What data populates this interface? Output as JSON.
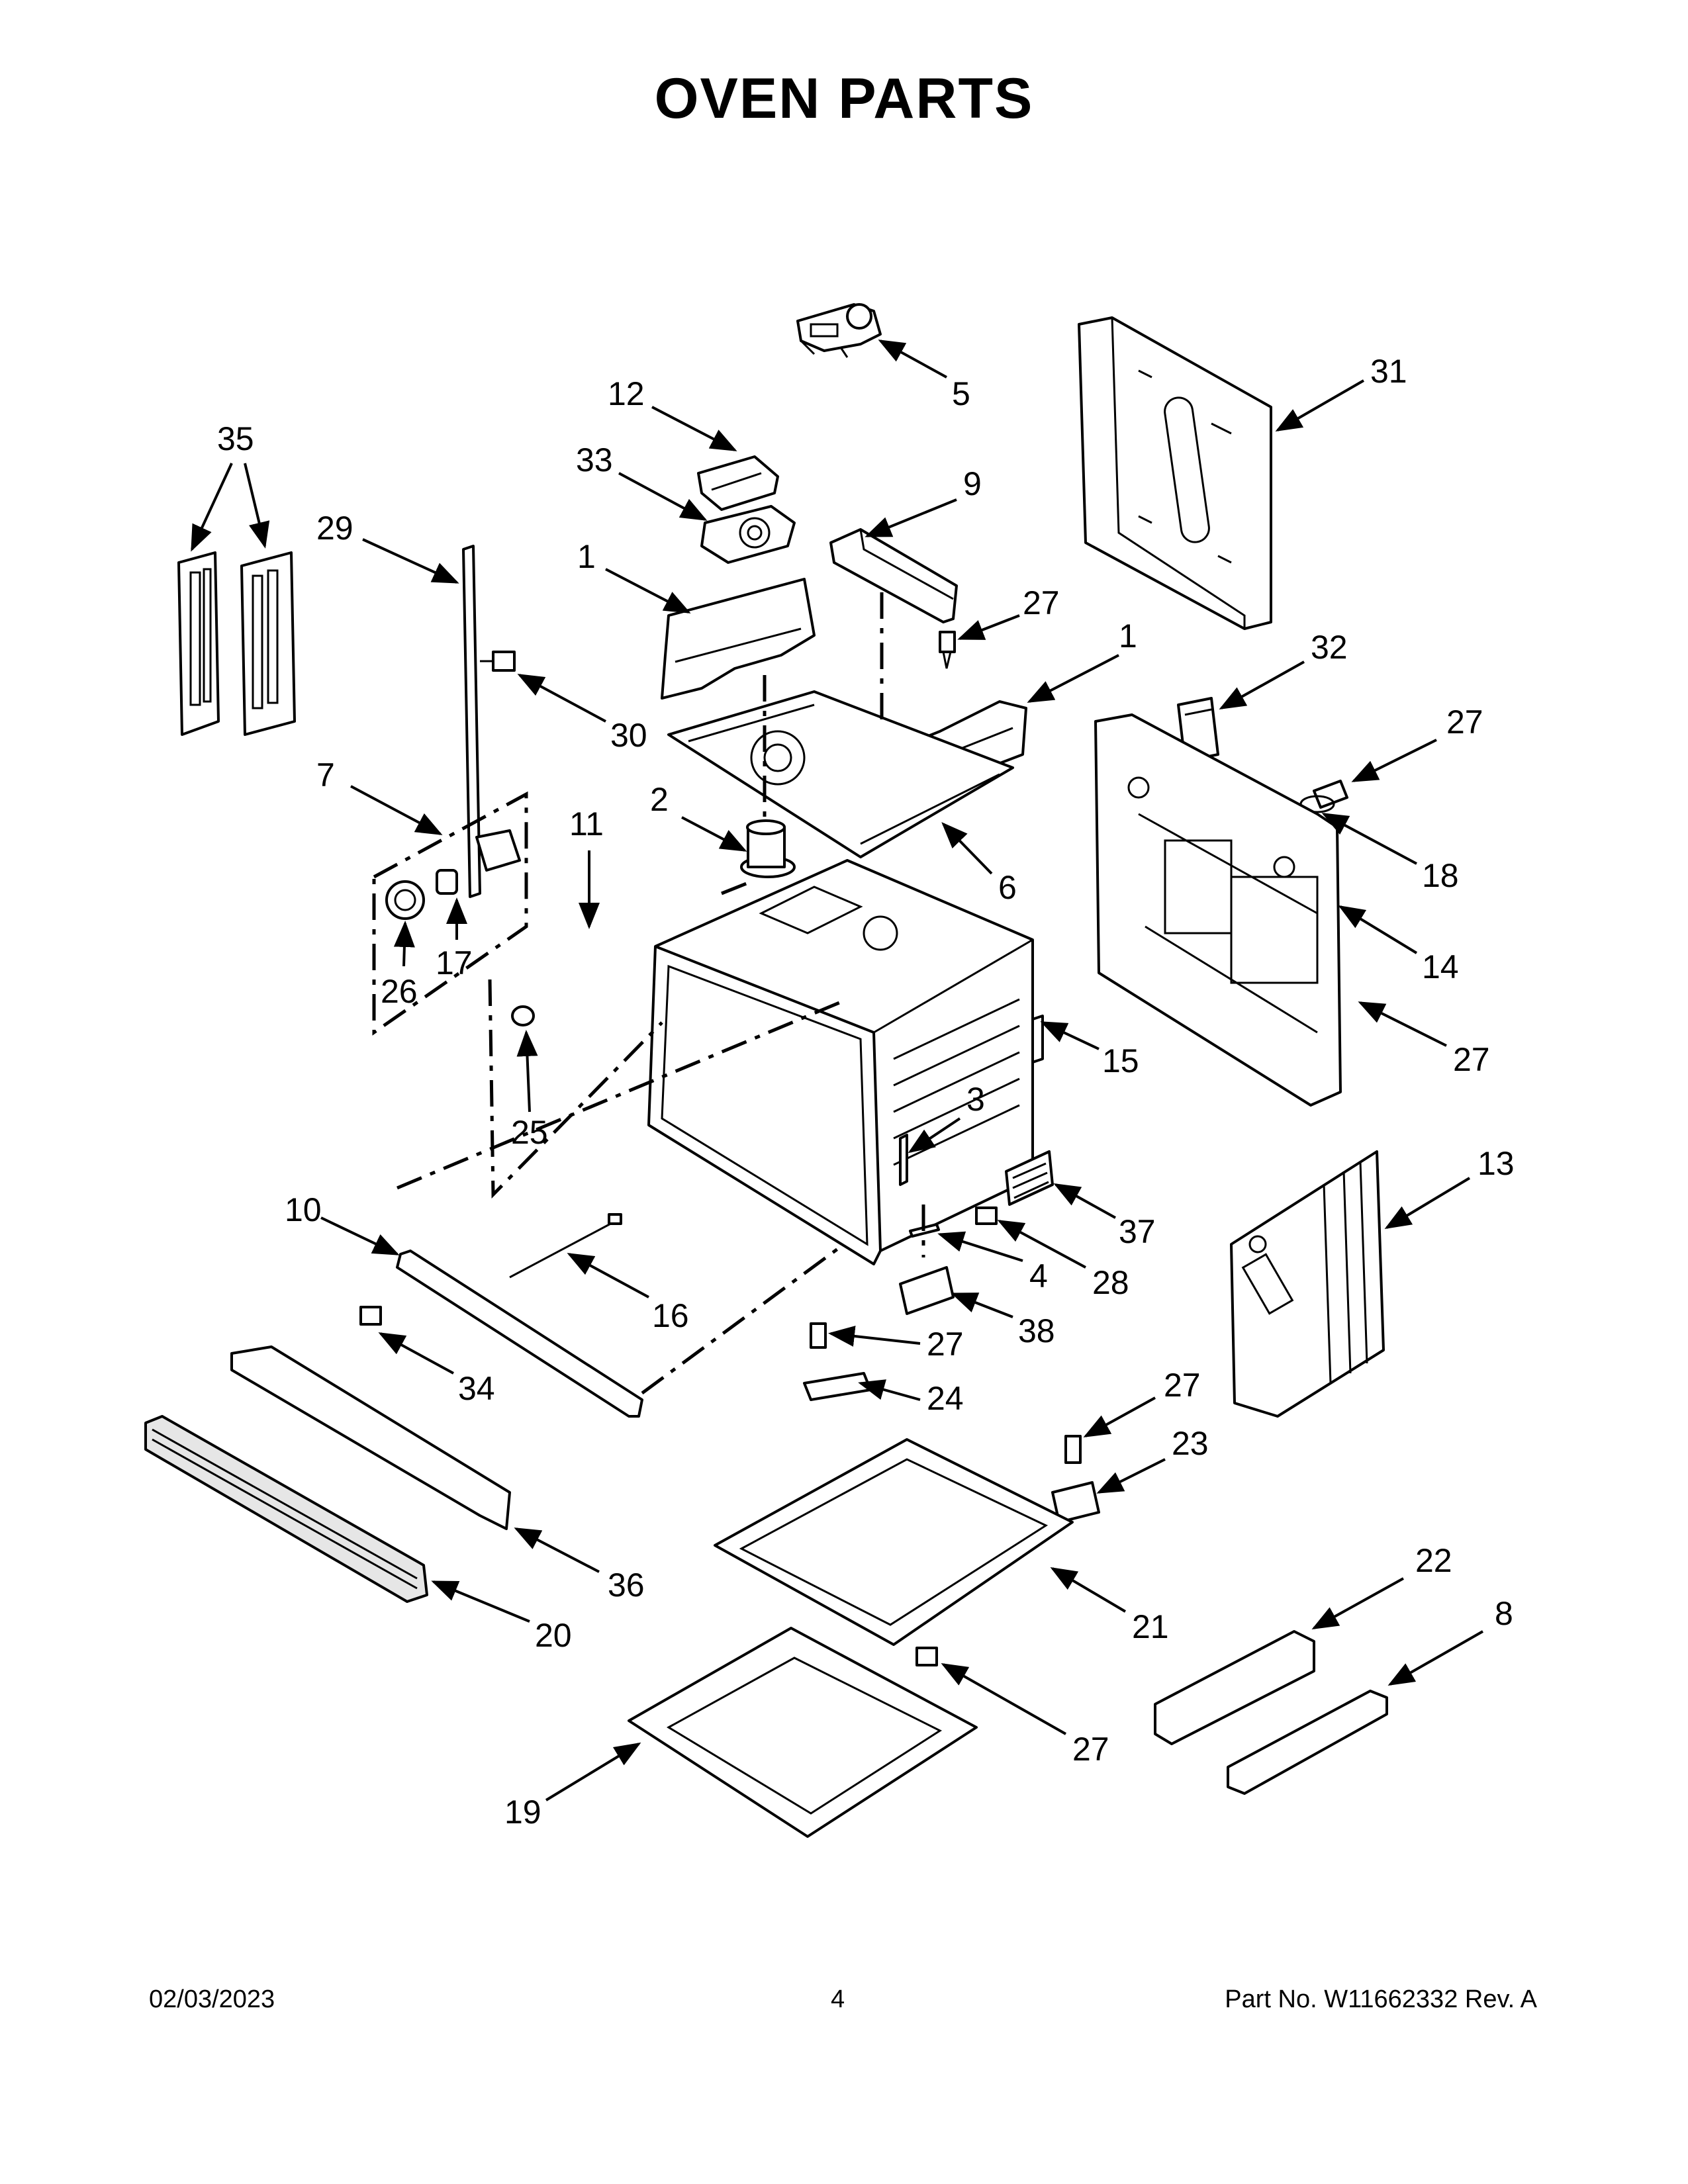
{
  "title": "OVEN PARTS",
  "footer": {
    "date": "02/03/2023",
    "page": "4",
    "part_number": "Part No.  W11662332  Rev.  A"
  },
  "callouts": [
    {
      "id": "c5",
      "label": "5"
    },
    {
      "id": "c31",
      "label": "31"
    },
    {
      "id": "c12",
      "label": "12"
    },
    {
      "id": "c35",
      "label": "35"
    },
    {
      "id": "c33",
      "label": "33"
    },
    {
      "id": "c9",
      "label": "9"
    },
    {
      "id": "c29",
      "label": "29"
    },
    {
      "id": "c1a",
      "label": "1"
    },
    {
      "id": "c27a",
      "label": "27"
    },
    {
      "id": "c1b",
      "label": "1"
    },
    {
      "id": "c32",
      "label": "32"
    },
    {
      "id": "c30",
      "label": "30"
    },
    {
      "id": "c27b",
      "label": "27"
    },
    {
      "id": "c7",
      "label": "7"
    },
    {
      "id": "c2",
      "label": "2"
    },
    {
      "id": "c11",
      "label": "11"
    },
    {
      "id": "c18",
      "label": "18"
    },
    {
      "id": "c6",
      "label": "6"
    },
    {
      "id": "c17",
      "label": "17"
    },
    {
      "id": "c14",
      "label": "14"
    },
    {
      "id": "c26",
      "label": "26"
    },
    {
      "id": "c27c",
      "label": "27"
    },
    {
      "id": "c15",
      "label": "15"
    },
    {
      "id": "c25",
      "label": "25"
    },
    {
      "id": "c3",
      "label": "3"
    },
    {
      "id": "c13",
      "label": "13"
    },
    {
      "id": "c10",
      "label": "10"
    },
    {
      "id": "c37",
      "label": "37"
    },
    {
      "id": "c4",
      "label": "4"
    },
    {
      "id": "c28",
      "label": "28"
    },
    {
      "id": "c16",
      "label": "16"
    },
    {
      "id": "c38",
      "label": "38"
    },
    {
      "id": "c27d",
      "label": "27"
    },
    {
      "id": "c34",
      "label": "34"
    },
    {
      "id": "c24",
      "label": "24"
    },
    {
      "id": "c27e",
      "label": "27"
    },
    {
      "id": "c23",
      "label": "23"
    },
    {
      "id": "c36",
      "label": "36"
    },
    {
      "id": "c22",
      "label": "22"
    },
    {
      "id": "c20",
      "label": "20"
    },
    {
      "id": "c21",
      "label": "21"
    },
    {
      "id": "c8",
      "label": "8"
    },
    {
      "id": "c27f",
      "label": "27"
    },
    {
      "id": "c19",
      "label": "19"
    }
  ]
}
